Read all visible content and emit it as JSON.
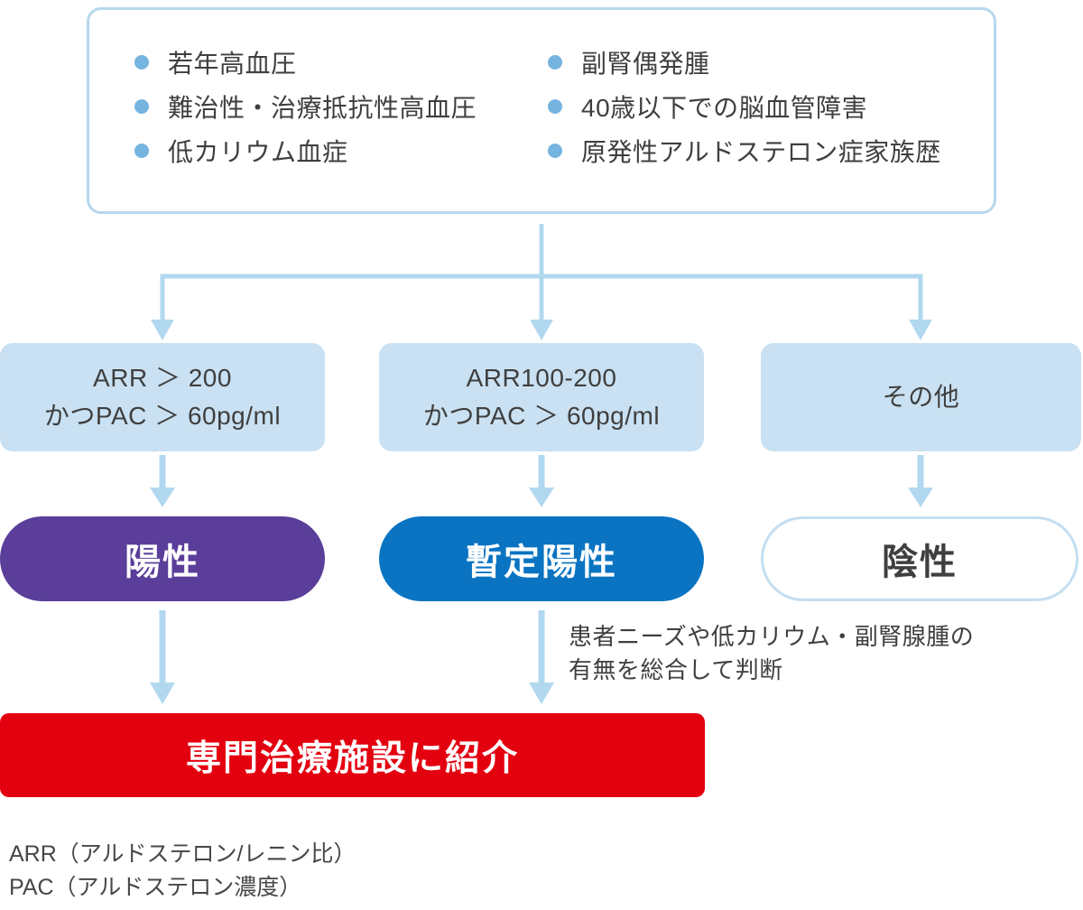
{
  "criteria_box": {
    "left_items": [
      "若年高血圧",
      "難治性・治療抵抗性高血圧",
      "低カリウム血症"
    ],
    "right_items": [
      "副腎偶発腫",
      "40歳以下での脳血管障害",
      "原発性アルドステロン症家族歴"
    ]
  },
  "branches": [
    {
      "condition_line1": "ARR ＞ 200",
      "condition_line2": "かつPAC ＞ 60pg/ml",
      "result": "陽性"
    },
    {
      "condition_line1": "ARR100-200",
      "condition_line2": "かつPAC ＞ 60pg/ml",
      "result": "暫定陽性"
    },
    {
      "condition_line1": "その他",
      "condition_line2": "",
      "result": "陰性"
    }
  ],
  "note": {
    "line1": "患者ニーズや低カリウム・副腎腺腫の",
    "line2": "有無を総合して判断"
  },
  "referral_label": "専門治療施設に紹介",
  "footnotes": [
    "ARR（アルドステロン/レニン比）",
    "PAC（アルドステロン濃度）"
  ],
  "colors": {
    "arrow_blue": "#b2d8f0",
    "box_fill_blue": "#c9e1f2",
    "box_border_blue": "#b6d8ee",
    "bullet_blue": "#76b4e0",
    "positive_purple": "#5a3e99",
    "tentative_blue": "#0a74c2",
    "negative_border": "#c4def1",
    "referral_red": "#e3000f",
    "text_gray": "#3f3f3f"
  }
}
